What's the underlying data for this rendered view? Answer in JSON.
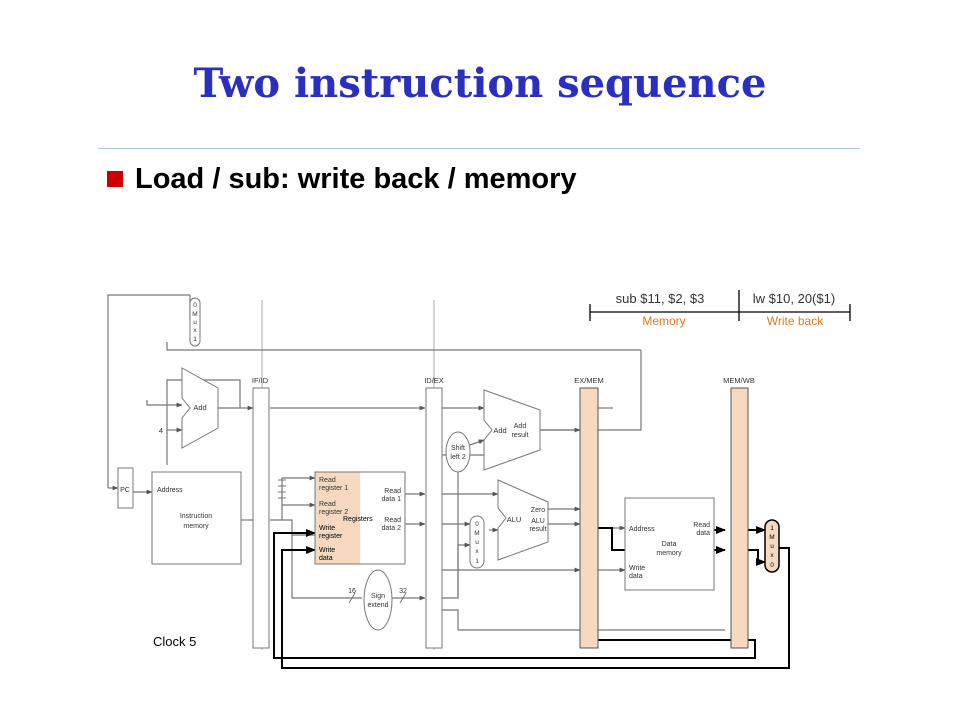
{
  "slide": {
    "title": "Two instruction sequence",
    "bullet": "Load / sub: write back / memory"
  },
  "diagram": {
    "instr_sub": "sub $11, $2, $3",
    "instr_lw": "lw $10, 20($1)",
    "stage_memory": "Memory",
    "stage_writeback": "Write back",
    "reg_ifid": "IF/ID",
    "reg_idex": "ID/EX",
    "reg_exmem": "EX/MEM",
    "reg_memwb": "MEM/WB",
    "mux_top": [
      "0",
      "M",
      "u",
      "x",
      "1"
    ],
    "mux_alu": [
      "0",
      "M",
      "u",
      "x",
      "1"
    ],
    "mux_wb": [
      "1",
      "M",
      "u",
      "x",
      "0"
    ],
    "pc": "PC",
    "const_four": "4",
    "add_pc": "Add",
    "address": "Address",
    "instruction_memory": [
      "Instruction",
      "memory"
    ],
    "read_register_1": [
      "Read",
      "register 1"
    ],
    "read_register_2": [
      "Read",
      "register 2"
    ],
    "write_register": [
      "Write",
      "register"
    ],
    "write_data": [
      "Write",
      "data"
    ],
    "registers": "Registers",
    "read_data_1": [
      "Read",
      "data 1"
    ],
    "read_data_2": [
      "Read",
      "data 2"
    ],
    "shift_left_2": [
      "Shift",
      "left 2"
    ],
    "add_branch": "Add",
    "add_result": [
      "Add",
      "result"
    ],
    "alu": "ALU",
    "zero": "Zero",
    "alu_result": [
      "ALU",
      "result"
    ],
    "data_address": "Address",
    "data_memory": [
      "Data",
      "memory"
    ],
    "data_read_data": [
      "Read",
      "data"
    ],
    "data_write_data": [
      "Write",
      "data"
    ],
    "sign_extend": [
      "Sign",
      "extend"
    ],
    "bits_16": "16",
    "bits_32": "32",
    "clock": "Clock 5"
  },
  "colors": {
    "title": "#2b2fc0",
    "bullet": "#cc0000",
    "stage_label": "#e07820",
    "active_fill": "#f6d9c0",
    "rule": "#a9c8e6"
  }
}
